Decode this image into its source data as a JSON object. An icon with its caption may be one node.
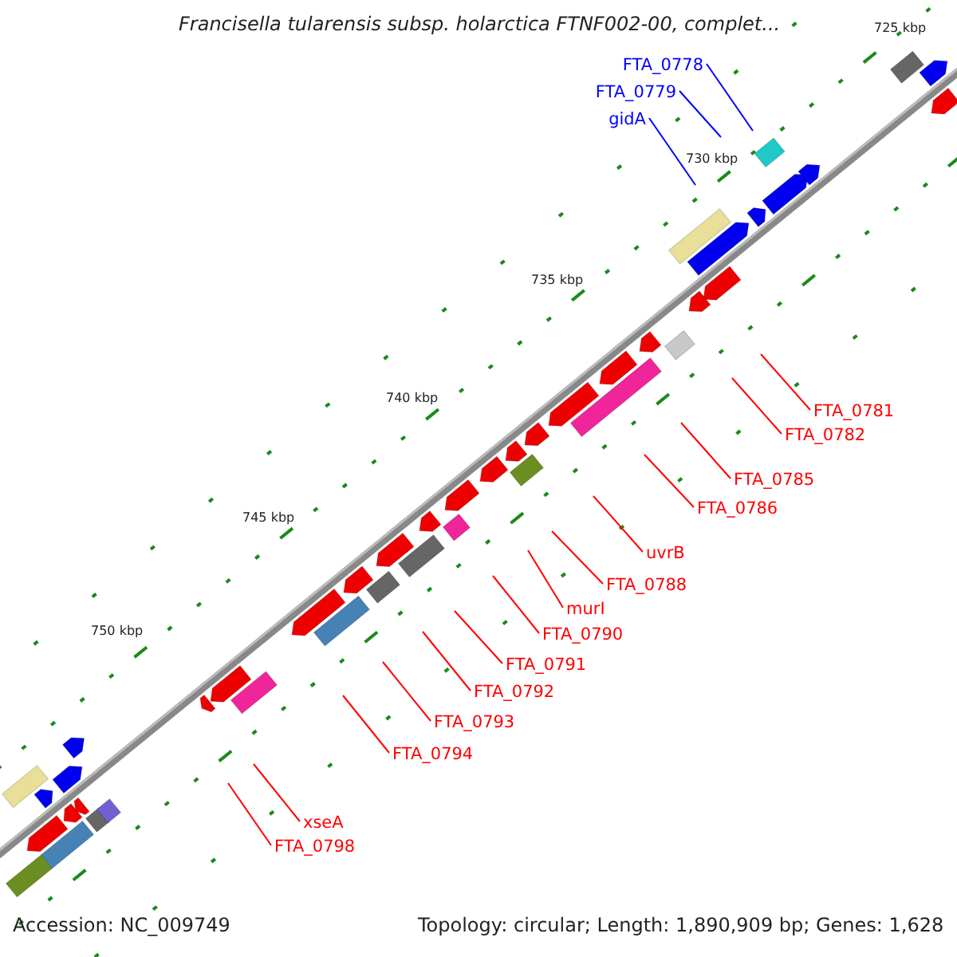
{
  "diagram": {
    "title": "Francisella tularensis subsp. holarctica FTNF002-00, complet...",
    "nodes": [
      {
        "text": [
          "FTA_0778"
        ]
      },
      {
        "text": [
          "FTA_0779"
        ]
      },
      {
        "text": [
          "gidA"
        ]
      },
      {
        "text": [
          "FTA_0781"
        ]
      },
      {
        "text": [
          "FTA_0782"
        ]
      },
      {
        "text": [
          "FTA_0785"
        ]
      },
      {
        "text": [
          "FTA_0786"
        ]
      },
      {
        "text": [
          "uvrB"
        ]
      },
      {
        "text": [
          "FTA_0788"
        ]
      },
      {
        "text": [
          "murI"
        ]
      },
      {
        "text": [
          "FTA_0790"
        ]
      },
      {
        "text": [
          "FTA_0791"
        ]
      },
      {
        "text": [
          "FTA_0792"
        ]
      },
      {
        "text": [
          "FTA_0793"
        ]
      },
      {
        "text": [
          "FTA_0794"
        ]
      },
      {
        "text": [
          "xseA"
        ]
      },
      {
        "text": [
          "FTA_0798"
        ]
      }
    ],
    "edges": [
      {
        "from": 0,
        "to": null,
        "arrow": "none",
        "color": "#0000ff"
      },
      {
        "from": 1,
        "to": null,
        "arrow": "none",
        "color": "#0000ff"
      },
      {
        "from": 2,
        "to": null,
        "arrow": "none",
        "color": "#0000ff"
      },
      {
        "from": 3,
        "to": null,
        "arrow": "none"
      },
      {
        "from": 4,
        "to": null,
        "arrow": "none"
      },
      {
        "from": 5,
        "to": null,
        "arrow": "none"
      },
      {
        "from": 6,
        "to": null,
        "arrow": "none"
      },
      {
        "from": 7,
        "to": null,
        "arrow": "none"
      },
      {
        "from": 8,
        "to": null,
        "arrow": "none"
      },
      {
        "from": 9,
        "to": null,
        "arrow": "none"
      },
      {
        "from": 10,
        "to": null,
        "arrow": "none"
      },
      {
        "from": 11,
        "to": null,
        "arrow": "none"
      },
      {
        "from": 12,
        "to": null,
        "arrow": "none"
      },
      {
        "from": 13,
        "to": null,
        "arrow": "none"
      },
      {
        "from": 14,
        "to": null,
        "arrow": "none"
      },
      {
        "from": 15,
        "to": null,
        "arrow": "none"
      },
      {
        "from": 16,
        "to": null,
        "arrow": "none"
      }
    ],
    "labels": [
      "725 kbp",
      "730 kbp",
      "735 kbp",
      "740 kbp",
      "745 kbp",
      "750 kbp",
      "Accession: NC_009749",
      "Topology: circular; Length: 1,890,909 bp; Genes: 1,628"
    ]
  }
}
